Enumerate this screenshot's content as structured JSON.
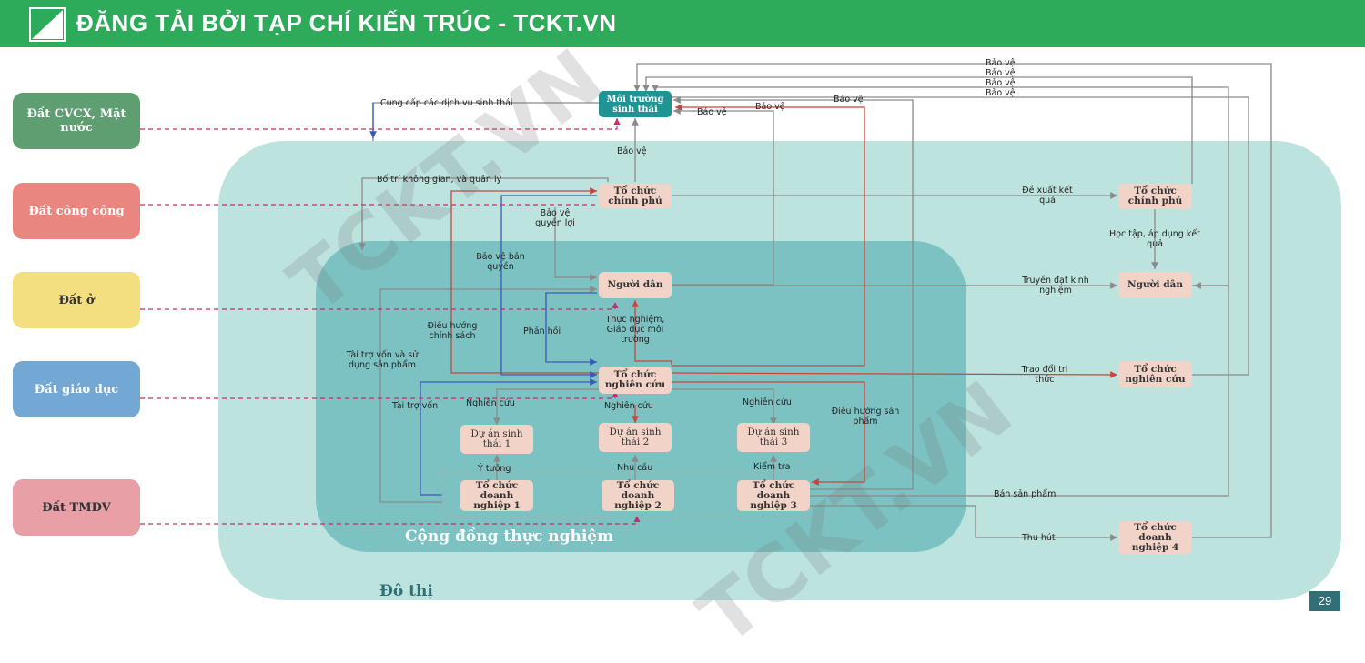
{
  "banner": {
    "title": "ĐĂNG TẢI BỞI TẠP CHÍ KIẾN TRÚC - TCKT.VN"
  },
  "watermark": "TCKT.VN",
  "zones": {
    "urban": "Đô thị",
    "community": "Cộng đồng thực nghiệm"
  },
  "land_types": [
    {
      "label": "Đất CVCX, Mặt nước",
      "color": "#5e9e71"
    },
    {
      "label": "Đất công cộng",
      "color": "#e8867f"
    },
    {
      "label": "Đất ở",
      "color": "#f4df80"
    },
    {
      "label": "Đất giáo dục",
      "color": "#74a8d4"
    },
    {
      "label": "Đất TMDV",
      "color": "#e8a0a6"
    }
  ],
  "nodes": {
    "eco_env": "Môi trường sinh thái",
    "gov": "Tổ chức chính phủ",
    "people": "Người dân",
    "research": "Tổ chức nghiên cứu",
    "proj1": "Dự án sinh thái 1",
    "proj2": "Dự án sinh thái 2",
    "proj3": "Dự án sinh thái 3",
    "biz1": "Tổ chức doanh nghiệp 1",
    "biz2": "Tổ chức doanh nghiệp 2",
    "biz3": "Tổ chức doanh nghiệp 3",
    "ext_gov": "Tổ chức chính phủ",
    "ext_people": "Người dân",
    "ext_research": "Tổ chức nghiên cứu",
    "ext_biz4": "Tổ chức doanh nghiệp 4"
  },
  "labels": {
    "protect": "Bảo vệ",
    "eco_services": "Cung cấp các dịch vụ sinh thái",
    "space_mgmt": "Bố trí không gian, và quản lý",
    "rights": "Bảo vệ quyền lợi",
    "copyright": "Bảo vệ bản quyền",
    "policy": "Điều hướng chính sách",
    "funding_use": "Tài trợ vốn và sử dụng sản phẩm",
    "feedback": "Phản hồi",
    "experiment": "Thực nghiệm, Giáo dục môi trường",
    "funding": "Tài trợ vốn",
    "research_a": "Nghiên cứu",
    "product_nav": "Điều hướng sản phẩm",
    "idea": "Ý tưởng",
    "demand": "Nhu cầu",
    "inspect": "Kiểm tra",
    "propose": "Đề xuất kết quả",
    "learn": "Học tập, áp dụng kết quả",
    "convey": "Truyền đạt kinh nghiệm",
    "exchange": "Trao đổi tri thức",
    "sell": "Bán sản phẩm",
    "attract": "Thu hút"
  },
  "page_number": "29",
  "colors": {
    "gray_arrow": "#8a8a8a",
    "red_arrow": "#c8453f",
    "blue_arrow": "#3a5bb5",
    "pink_dash": "#c0306a"
  }
}
